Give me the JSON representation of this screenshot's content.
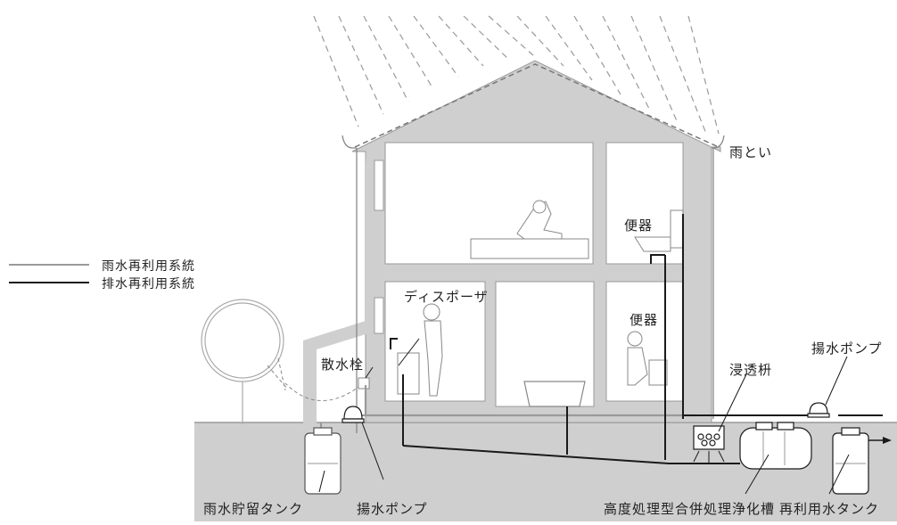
{
  "legend": {
    "rainwater": "雨水再利用系統",
    "drainwater": "排水再利用系統"
  },
  "labels": {
    "gutter": "雨とい",
    "toilet_upper": "便器",
    "toilet_lower": "便器",
    "disposer": "ディスポーザ",
    "spigot": "散水栓",
    "infiltration_basin": "浸透枡",
    "pump_right": "揚水ポンプ",
    "pump_left": "揚水ポンプ",
    "rain_tank": "雨水貯留タンク",
    "treatment_tank": "高度処理型合併処理浄化槽",
    "reuse_tank": "再利用水タンク"
  },
  "colors": {
    "house_fill": "#cfcfcf",
    "room_fill": "#ffffff",
    "ground_fill": "#cfcfcf",
    "rain_line": "#9a9a9a",
    "drain_line": "#1a1a1a"
  }
}
